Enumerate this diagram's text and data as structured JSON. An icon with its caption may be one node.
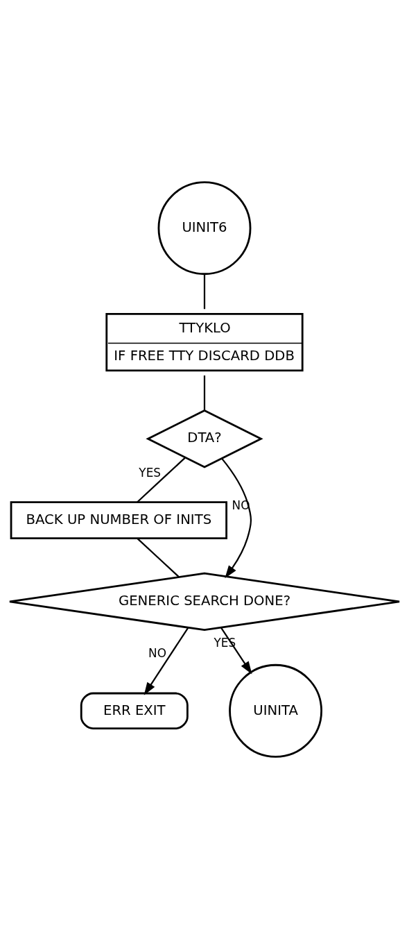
{
  "diagram": {
    "nodes": [
      {
        "text": [
          "UINIT6"
        ]
      },
      {
        "text": [
          "TTYKLO",
          "IF FREE TTY DISCARD DDB"
        ]
      },
      {
        "text": [
          "DTA?"
        ]
      },
      {
        "text": [
          "BACK UP NUMBER OF INITS"
        ]
      },
      {
        "text": [
          "GENERIC SEARCH DONE?"
        ]
      },
      {
        "text": [
          "ERR EXIT"
        ]
      },
      {
        "text": [
          "UINITA"
        ]
      }
    ],
    "edges": [
      {
        "from": 0,
        "to": 1,
        "arrow": "none"
      },
      {
        "from": 1,
        "to": 2,
        "arrow": "none"
      },
      {
        "from": 2,
        "to": 3,
        "arrow": "none",
        "label": "YES"
      },
      {
        "from": 2,
        "to": 4,
        "arrow": "to",
        "label": "NO"
      },
      {
        "from": 3,
        "to": 4,
        "arrow": "none"
      },
      {
        "from": 4,
        "to": 5,
        "arrow": "to",
        "label": "NO"
      },
      {
        "from": 4,
        "to": 6,
        "arrow": "to",
        "label": "YES"
      }
    ]
  }
}
